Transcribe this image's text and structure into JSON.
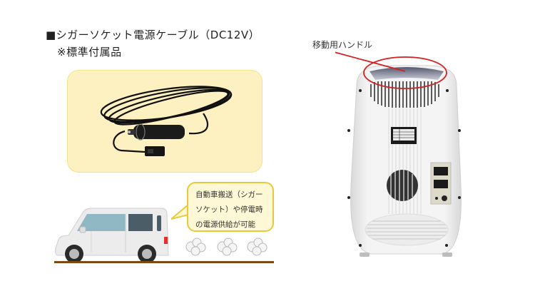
{
  "header": {
    "title": "■シガーソケット電源ケーブル（DC12V）",
    "subtitle": "※標準付属品"
  },
  "cable_panel": {
    "image_description": "black DC12V cigarette-socket power cable",
    "background_color": "#fdf0c1",
    "border_color": "#f3e48a"
  },
  "car_scene": {
    "image_description": "white kei car with exhaust puffs",
    "exhaust_puffs": 3,
    "ground_color": "#7a4a10"
  },
  "callout": {
    "lines": [
      "自動車搬送（シガー",
      "ソケット）や停電時",
      "の電源供給が可能"
    ],
    "background_color": "#fff8d6",
    "border_color": "#e8c93a"
  },
  "fridge": {
    "image_description": "white portable refrigerator, rear view",
    "handle_label": "移動用ハンドル",
    "highlight_color": "#d42020"
  }
}
